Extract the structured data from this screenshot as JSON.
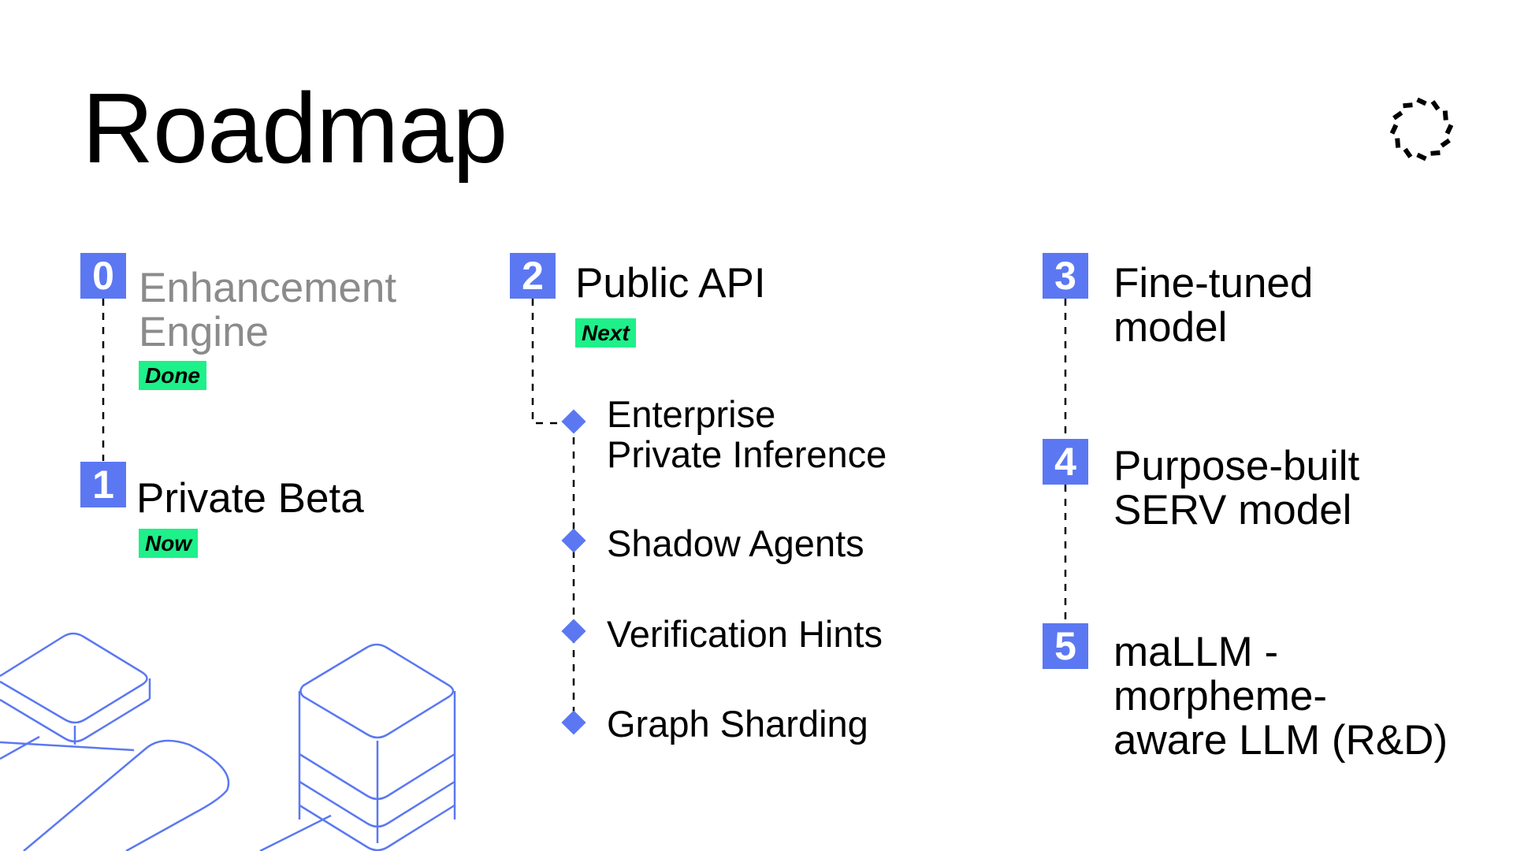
{
  "title": "Roadmap",
  "colors": {
    "accent": "#5b78f2",
    "status_tag": "#1ef08a",
    "done_text": "#8b8b8b"
  },
  "logo": {
    "icon": "dotted-ring-logo-icon"
  },
  "milestones": [
    {
      "number": "0",
      "line1": "Enhancement",
      "line2": "Engine",
      "status": "Done"
    },
    {
      "number": "1",
      "line1": "Private Beta",
      "status": "Now"
    },
    {
      "number": "2",
      "line1": "Public API",
      "status": "Next"
    },
    {
      "number": "3",
      "line1": "Fine-tuned",
      "line2": "model"
    },
    {
      "number": "4",
      "line1": "Purpose-built",
      "line2": "SERV model"
    },
    {
      "number": "5",
      "line1": "maLLM -",
      "line2": "morpheme-",
      "line3": "aware LLM (R&D)"
    }
  ],
  "public_api_items": [
    {
      "line1": "Enterprise",
      "line2": "Private Inference"
    },
    {
      "line1": "Shadow Agents"
    },
    {
      "line1": "Verification Hints"
    },
    {
      "line1": "Graph Sharding"
    }
  ]
}
